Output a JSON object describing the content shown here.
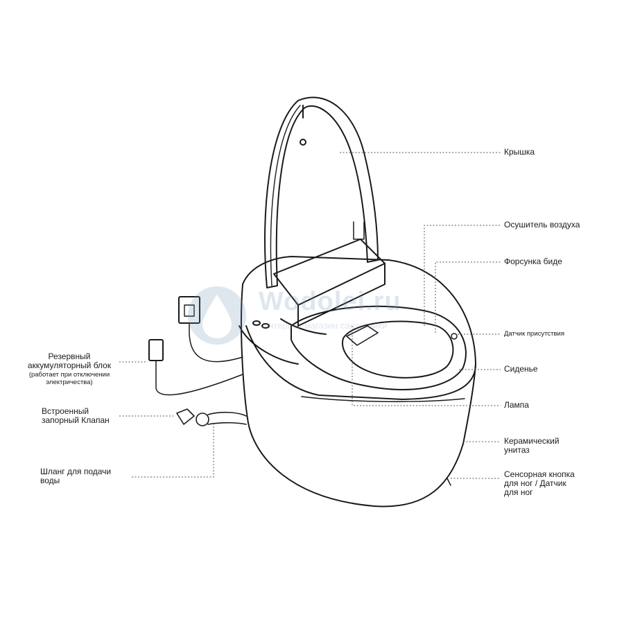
{
  "labels": {
    "lid": "Крышка",
    "air_dryer": "Осушитель воздуха",
    "bidet_nozzle": "Форсунка биде",
    "presence_sensor": "Датчик присутствия",
    "seat": "Сиденье",
    "lamp": "Лампа",
    "ceramic_toilet": "Керамический\nунитаз",
    "foot_button": "Сенсорная кнопка\nдля ног / Датчик\nдля ног",
    "battery_block": "Резервный\nаккумуляторный блок",
    "battery_note": "(работает при отключении\nэлектричества)",
    "shutoff_valve": "Встроенный\nзапорный Клапан",
    "water_hose": "Шланг для подачи\nводы"
  },
  "watermark": {
    "brand": "Wodolei.ru",
    "tagline": "Интернет-магазин сантехники"
  },
  "colors": {
    "line": "#1a1a1a",
    "leader": "#555555",
    "watermark": "#6f8fb7"
  }
}
